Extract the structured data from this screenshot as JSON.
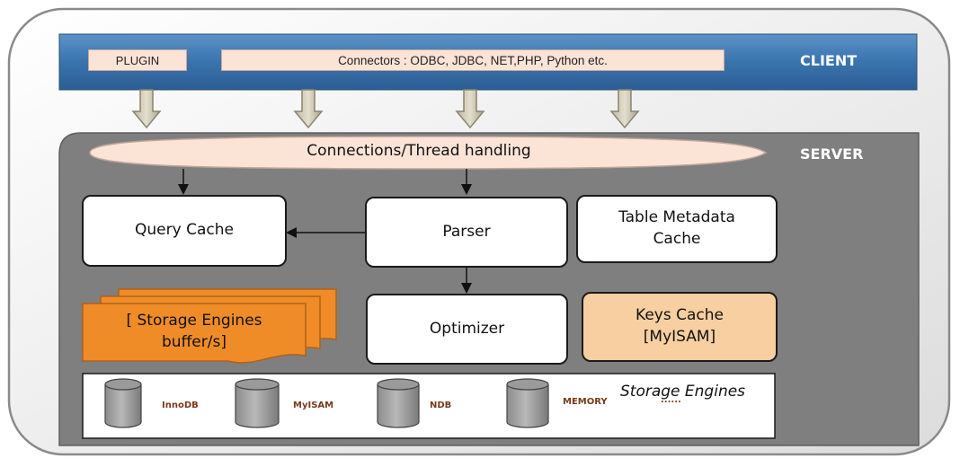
{
  "client": {
    "label": "CLIENT",
    "plugin": "PLUGIN",
    "connectors": "Connectors : ODBC, JDBC, NET,PHP, Python etc."
  },
  "server": {
    "label": "SERVER",
    "connections": "Connections/Thread handling",
    "query_cache": "Query Cache",
    "parser": "Parser",
    "table_metadata_cache": [
      "Table Metadata",
      "Cache"
    ],
    "storage_buffers": [
      "[ Storage Engines",
      "buffer/s]"
    ],
    "optimizer": "Optimizer",
    "keys_cache": [
      "Keys Cache",
      "[MyISAM]"
    ]
  },
  "storage_engines": {
    "title": "Storage Engines",
    "engines": [
      "InnoDB",
      "MyISAM",
      "NDB",
      "MEMORY"
    ],
    "more": "......"
  },
  "colors": {
    "client_bar": "#3f78b0",
    "server_panel": "#7f7f7f",
    "keys_cache": "#f7cfa0",
    "buffer": "#ef8c27",
    "pill": "#fbe3d6",
    "engine_text": "#7a3a1a"
  }
}
